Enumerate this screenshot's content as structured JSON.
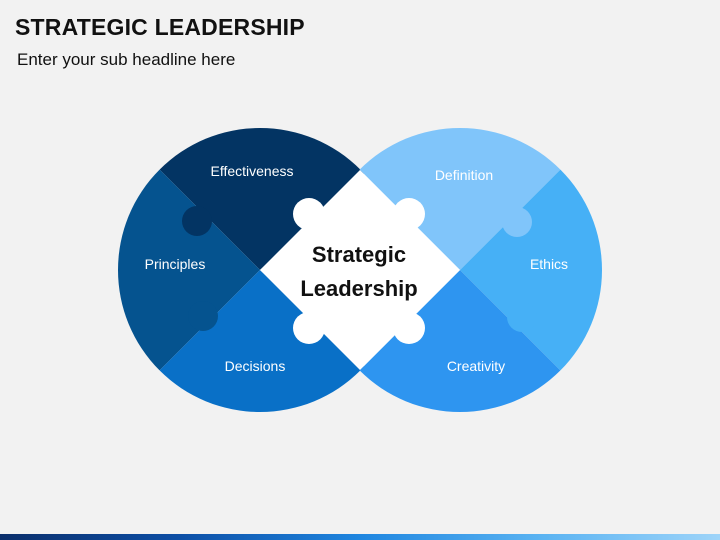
{
  "title": "STRATEGIC LEADERSHIP",
  "subtitle": "Enter your sub headline here",
  "center": {
    "line1": "Strategic",
    "line2": "Leadership"
  },
  "left_circle": {
    "segments": [
      {
        "label": "Effectiveness",
        "color": "#033463"
      },
      {
        "label": "Principles",
        "color": "#05538f"
      },
      {
        "label": "Decisions",
        "color": "#0970c7"
      }
    ]
  },
  "right_circle": {
    "segments": [
      {
        "label": "Definition",
        "color": "#80c5fa"
      },
      {
        "label": "Ethics",
        "color": "#46b0f6"
      },
      {
        "label": "Creativity",
        "color": "#2e95f0"
      }
    ]
  },
  "colors": {
    "background": "#f2f2f2",
    "center_fill": "#ffffff",
    "footer_start": "#0b2f6b",
    "footer_end": "#9ed4f9"
  }
}
